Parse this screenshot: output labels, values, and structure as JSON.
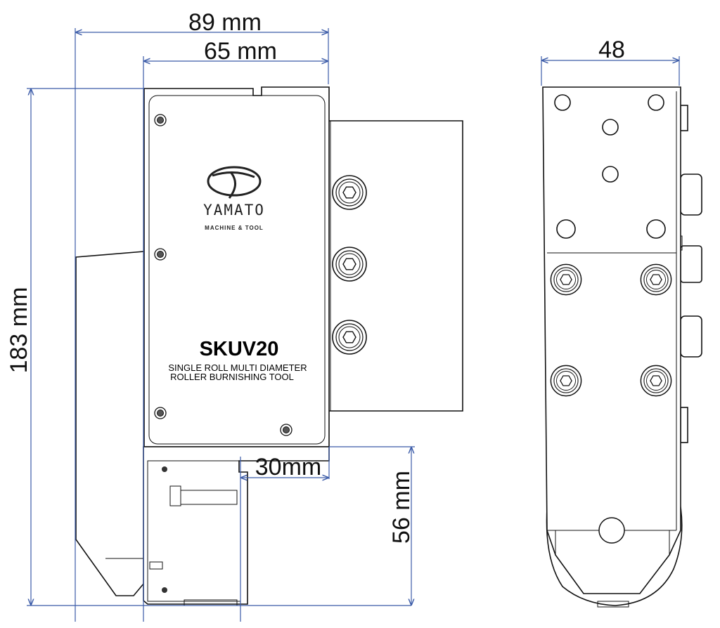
{
  "dimensions": {
    "overall_width": "89 mm",
    "body_width": "65 mm",
    "side_width": "48",
    "overall_height": "183  mm",
    "head_height": "56 mm",
    "offset": "30mm"
  },
  "plate": {
    "logo": "YAMATO",
    "logo_subtitle": "MACHINE & TOOL",
    "model": "SKUV20",
    "description_line1": "SINGLE ROLL MULTI DIAMETER",
    "description_line2": "ROLLER BURNISHING TOOL"
  },
  "colors": {
    "dimension_line": "#3b5ba8",
    "outline": "#111111"
  }
}
